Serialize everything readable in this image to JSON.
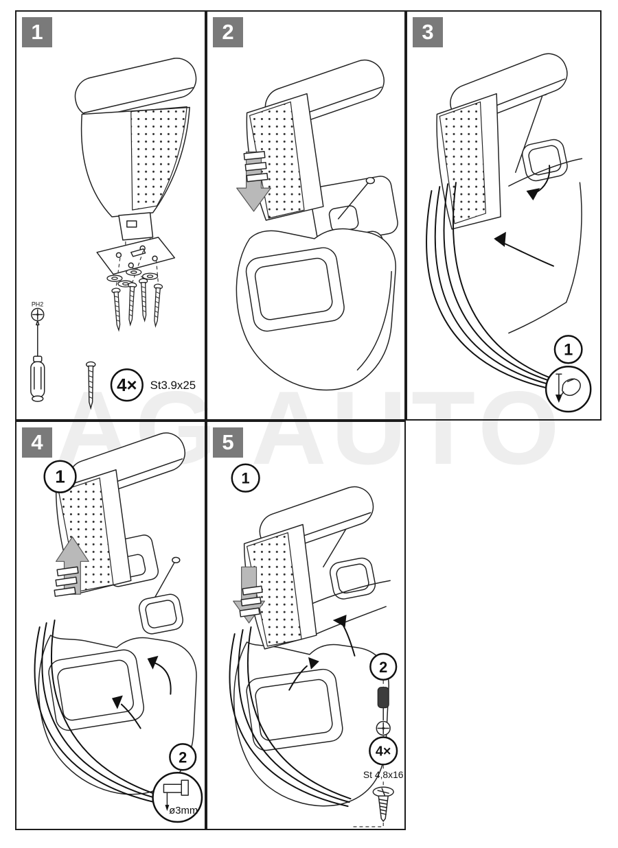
{
  "watermark": {
    "text": "AG AUTO"
  },
  "colors": {
    "badge_bg": "#7a7a7a",
    "badge_text": "#ffffff",
    "line_art": "#222222",
    "arrow_fill": "#b9b9b9",
    "watermark": "#eeeeee"
  },
  "icons": {
    "down_arrow": "push-down arrow",
    "up_arrow": "push-up arrow",
    "press_hand": "hand pressing latch",
    "drill": "drill bit",
    "screwdriver": "PH2 screwdriver",
    "screw": "self-tapping screw",
    "washer": "washer"
  },
  "panels": {
    "p1": {
      "badge": "1",
      "tool_label": "PH2",
      "qty": "4×",
      "screw_spec": "St3.9x25"
    },
    "p2": {
      "badge": "2"
    },
    "p3": {
      "badge": "3",
      "callout_press": "1"
    },
    "p4": {
      "badge": "4",
      "callout_lift": "1",
      "callout_drill": "2",
      "drill_spec": "ø3mm"
    },
    "p5": {
      "badge": "5",
      "callout_fit": "1",
      "callout_screw": "2",
      "qty": "4×",
      "screw_spec": "St 4,8x16"
    }
  }
}
